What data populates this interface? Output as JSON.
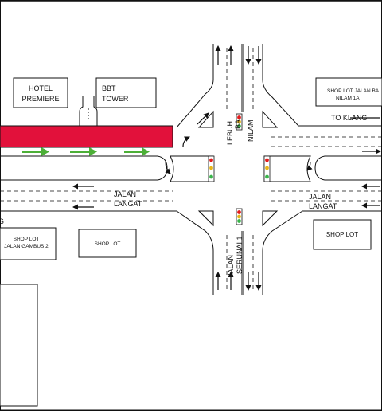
{
  "buildings": {
    "hotel_premiere": [
      "HOTEL",
      "PREMIERE"
    ],
    "bbt_tower": [
      "BBT",
      "TOWER"
    ],
    "shop_lot_jalan_ba": [
      "SHOP LOT JALAN BA",
      "NILAM 1A"
    ],
    "shop_lot_gambus": [
      "SHOP LOT",
      "JALAN GAMBUS 2"
    ],
    "shop_lot_middle": "SHOP LOT",
    "shop_lot_right": "SHOP LOT"
  },
  "roads": {
    "jalan_langat_left": [
      "JALAN",
      "LANGAT"
    ],
    "jalan_langat_right": [
      "JALAN",
      "LANGAT"
    ],
    "lebuh_ba_nilam": [
      "LEBUH",
      "BA",
      "NILAM"
    ],
    "jalan_serunai": [
      "JALAN",
      "SERUNAI 1"
    ],
    "to_klang": "TO KLANG",
    "clipped_left": "G"
  },
  "colors": {
    "highlight_bar": "#e2113b",
    "green_arrow": "#4caf37",
    "signal_red": "#e41b1b",
    "signal_amber": "#e8b619",
    "signal_green": "#39b54a",
    "line": "#111111"
  }
}
